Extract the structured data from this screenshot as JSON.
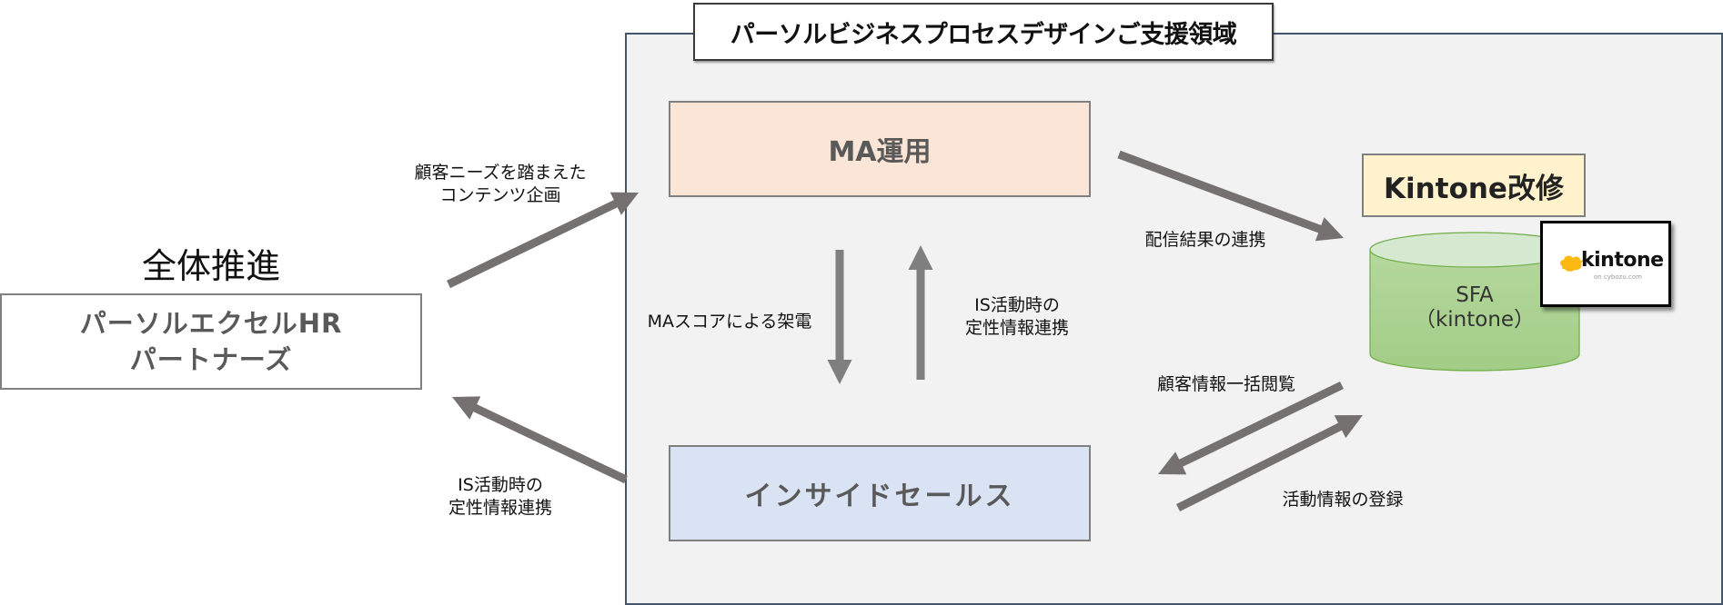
{
  "region": {
    "title": "パーソルビジネスプロセスデザインご支援領域"
  },
  "left": {
    "heading": "全体推進",
    "partner_box": {
      "line1": "パーソルエクセルHR",
      "line2": "パートナーズ"
    }
  },
  "nodes": {
    "ma": {
      "label": "MA運用",
      "fill": "#FBE5D6"
    },
    "inside_sales": {
      "label": "インサイドセールス",
      "fill": "#DAE3F3"
    },
    "kintone_kaishu": {
      "label": "Kintone改修",
      "fill": "#FFF2CC"
    },
    "sfa": {
      "line1": "SFA",
      "line2": "（kintone）",
      "fill": "#A9D18E"
    }
  },
  "logo": {
    "name": "kintone",
    "sub": "on cybozu.com",
    "icon": "cloud-icon",
    "color": "#FDB913"
  },
  "edge_labels": {
    "needs": {
      "line1": "顧客ニーズを踏まえた",
      "line2": "コンテンツ企画"
    },
    "is_to_partner": {
      "line1": "IS活動時の",
      "line2": "定性情報連携"
    },
    "ma_score_call": "MAスコアによる架電",
    "is_to_ma": {
      "line1": "IS活動時の",
      "line2": "定性情報連携"
    },
    "delivery_result": "配信結果の連携",
    "customer_info_view": "顧客情報一括閲覧",
    "activity_register": "活動情報の登録"
  },
  "colors": {
    "region_border": "#44546A",
    "region_fill": "#F2F2F2",
    "arrow": "#757171",
    "node_border": "#7F7F7F"
  }
}
